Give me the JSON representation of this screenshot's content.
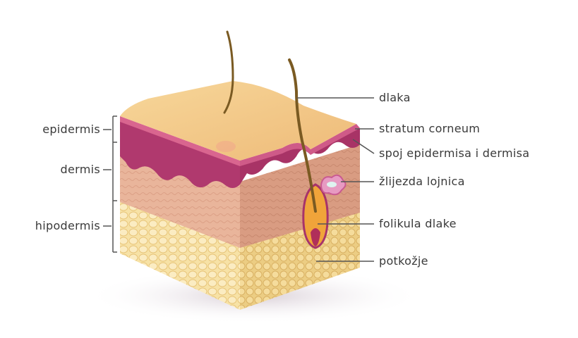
{
  "labels_left": {
    "epidermis": "epidermis",
    "dermis": "dermis",
    "hipodermis": "hipodermis"
  },
  "labels_right": {
    "dlaka": "dlaka",
    "stratum_corneum": "stratum corneum",
    "spoj": "spoj epidermisa i dermisa",
    "zlijezda": "žlijezda lojnica",
    "folikula": "folikula dlake",
    "potkozje": "potkožje"
  },
  "colors": {
    "skin_top": "#f3c98a",
    "epidermis": "#b0396e",
    "dermis": "#e7b39a",
    "hypodermis": "#f6dfa0",
    "hair": "#8a6a2a",
    "follicle": "#f0a43a",
    "gland": "#e79ac2",
    "line": "#555555"
  }
}
